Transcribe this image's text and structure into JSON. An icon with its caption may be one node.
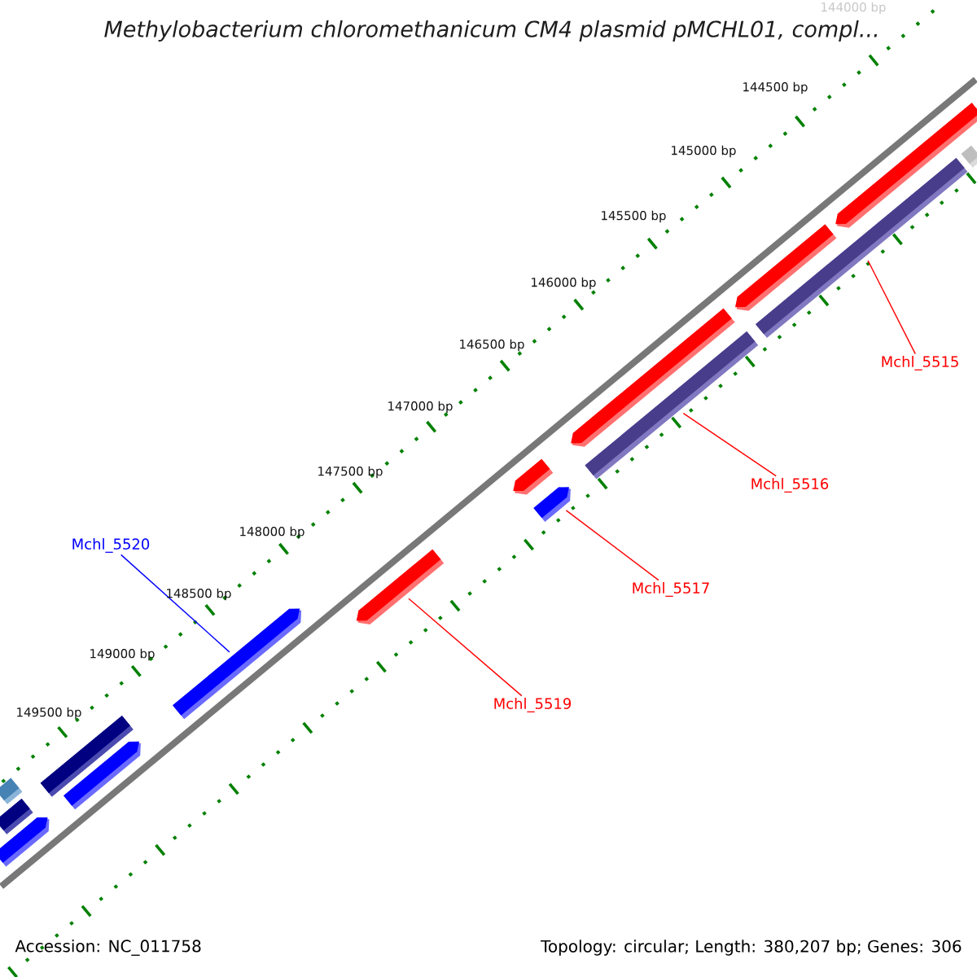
{
  "diagram": {
    "title": "Methylobacterium chloromethanicum CM4 plasmid pMCHL01, compl...",
    "nodes": [
      {
        "text": [
          "Mchl_5515"
        ]
      },
      {
        "text": [
          "Mchl_5516"
        ]
      },
      {
        "text": [
          "Mchl_5520"
        ]
      },
      {
        "text": [
          "Mchl_5517"
        ]
      },
      {
        "text": [
          "Mchl_5519"
        ]
      },
      {
        "text": [],
        "shape": "bar"
      },
      {
        "text": [],
        "shape": "bar"
      },
      {
        "text": [],
        "shape": "bar"
      },
      {
        "text": [],
        "shape": "bar"
      },
      {
        "text": [],
        "shape": "bar"
      }
    ],
    "edges": [
      {
        "from": 0,
        "to": 5,
        "arrow": "none"
      },
      {
        "from": 1,
        "to": 6,
        "arrow": "none"
      },
      {
        "from": 2,
        "to": 9,
        "arrow": "none",
        "color": "#0000ff"
      },
      {
        "from": 3,
        "to": 7,
        "arrow": "none"
      },
      {
        "from": 4,
        "to": 8,
        "arrow": "none"
      }
    ],
    "labels": [
      "144000 bp",
      "144500 bp",
      "145000 bp",
      "145500 bp",
      "146000 bp",
      "146500 bp",
      "147000 bp",
      "147500 bp",
      "148000 bp",
      "148500 bp",
      "149000 bp",
      "149500 bp",
      "Accession: NC_011758",
      "Topology: circular; Length: 380,207 bp; Genes: 306"
    ]
  }
}
